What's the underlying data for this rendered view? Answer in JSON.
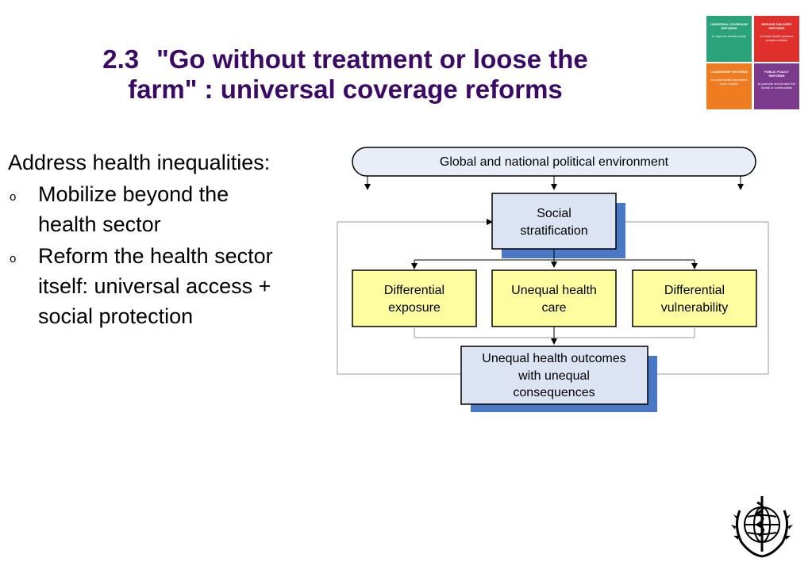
{
  "slide": {
    "title_number": "2.3",
    "title_line1": "\"Go without treatment or loose the",
    "title_line2": "farm\" : universal coverage reforms"
  },
  "bullets": {
    "lead": "Address health inequalities:",
    "marker": "o",
    "items": [
      {
        "lines": [
          "Mobilize beyond the",
          "health sector"
        ]
      },
      {
        "lines": [
          "Reform the health sector",
          "itself: universal access +",
          "social protection"
        ]
      }
    ]
  },
  "puzzle": {
    "pieces": [
      {
        "title": "UNIVERSAL COVERAGE REFORMS",
        "sub": "to improve health equity",
        "color": "#2aa37a"
      },
      {
        "title": "SERVICE DELIVERY REFORMS",
        "sub": "to make health systems people-centred",
        "color": "#e0302b"
      },
      {
        "title": "LEADERSHIP REFORMS",
        "sub": "to make health authorities more reliable",
        "color": "#f07c22"
      },
      {
        "title": "PUBLIC POLICY REFORMS",
        "sub": "to promote and protect the health of communities",
        "color": "#7b3a8c"
      }
    ]
  },
  "diagram": {
    "environment": "Global and national political environment",
    "social_stratification": [
      "Social",
      "stratification"
    ],
    "differential_exposure": [
      "Differential",
      "exposure"
    ],
    "unequal_health_care": [
      "Unequal health",
      "care"
    ],
    "differential_vulnerability": [
      "Differential",
      "vulnerability"
    ],
    "outcomes": [
      "Unequal health outcomes",
      "with unequal",
      "consequences"
    ],
    "colors": {
      "blue_box": "#dce3f2",
      "yellow_box": "#fefea0",
      "shadow": "#4a78c4",
      "env_fill": "#e8edf8",
      "title": "#3a0a66"
    }
  }
}
